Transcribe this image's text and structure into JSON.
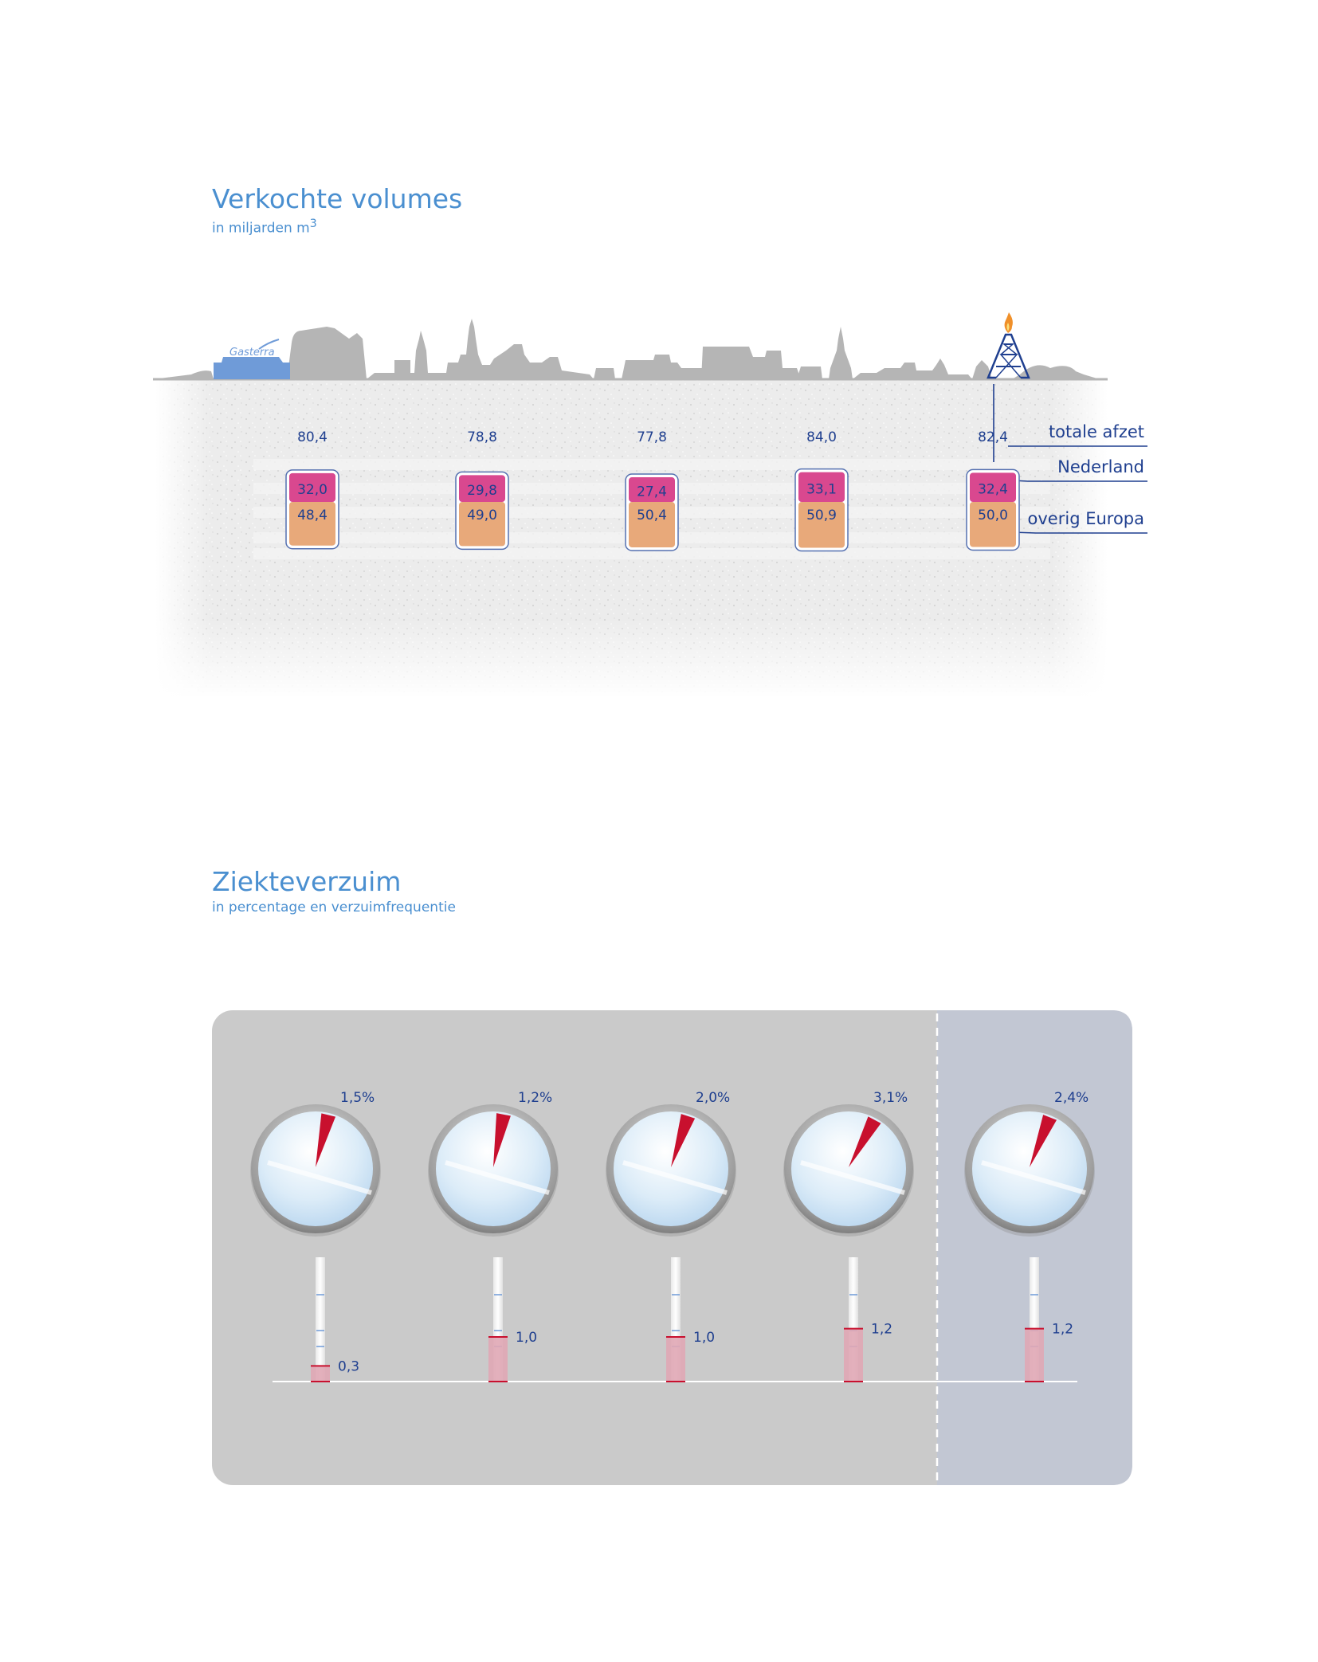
{
  "chart_data": [
    {
      "type": "bar",
      "title": "Verkochte volumes",
      "subtitle_pre": "in miljarden m",
      "subtitle_sup": "3",
      "logo_text": "Gasterra",
      "series": [
        {
          "name": "Nederland",
          "values": [
            32.0,
            29.8,
            27.4,
            33.1,
            32.4
          ],
          "labels": [
            "32,0",
            "29,8",
            "27,4",
            "33,1",
            "32,4"
          ]
        },
        {
          "name": "overig Europa",
          "values": [
            48.4,
            49.0,
            50.4,
            50.9,
            50.0
          ],
          "labels": [
            "48,4",
            "49,0",
            "50,4",
            "50,9",
            "50,0"
          ]
        }
      ],
      "totals": {
        "name": "totale afzet",
        "values": [
          80.4,
          78.8,
          77.8,
          84.0,
          82.4
        ],
        "labels": [
          "80,4",
          "78,8",
          "77,8",
          "84,0",
          "82,4"
        ]
      },
      "legend": [
        "totale afzet",
        "Nederland",
        "overig Europa"
      ],
      "colors": {
        "nederland": "#d9488f",
        "overig": "#e8a97a",
        "frame": "#5570b0",
        "text": "#1f3f8f",
        "skyline": "#b5b5b5",
        "logo": "#6f9bd8"
      }
    },
    {
      "type": "gauge",
      "title": "Ziekteverzuim",
      "subtitle": "in percentage en verzuimfrequentie",
      "percentage": {
        "values": [
          1.5,
          1.2,
          2.0,
          3.1,
          2.4
        ],
        "labels": [
          "1,5%",
          "1,2%",
          "2,0%",
          "3,1%",
          "2,4%"
        ]
      },
      "frequency": {
        "values": [
          0.3,
          1.0,
          1.0,
          1.2,
          1.2
        ],
        "labels": [
          "0,3",
          "1,0",
          "1,0",
          "1,2",
          "1,2"
        ]
      },
      "colors": {
        "panel": "#cacaca",
        "highlight_panel": "#c2c7d3",
        "needle": "#c8102e",
        "text": "#1f3f8f",
        "fill": "#e0a7b5"
      }
    }
  ]
}
